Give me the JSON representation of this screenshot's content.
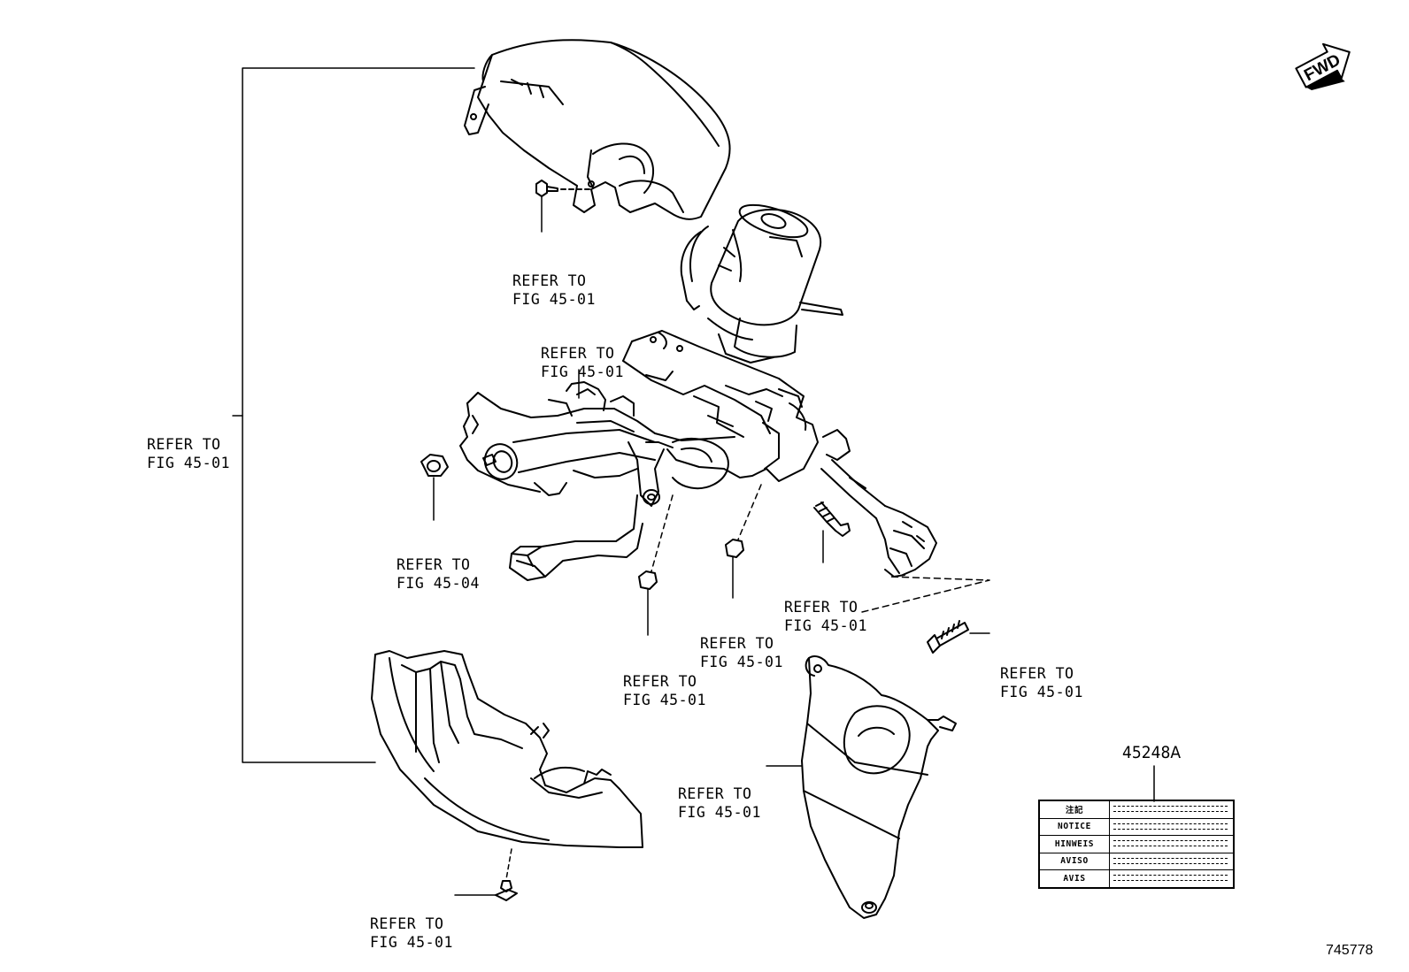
{
  "labels": [
    {
      "id": "upper-cover-screw",
      "lines": [
        "REFER TO",
        "FIG 45-01"
      ]
    },
    {
      "id": "column-connector",
      "lines": [
        "REFER TO",
        "FIG 45-01"
      ]
    },
    {
      "id": "cover-assembly",
      "lines": [
        "REFER TO",
        "FIG 45-01"
      ]
    },
    {
      "id": "nut",
      "lines": [
        "REFER TO",
        "FIG 45-04"
      ]
    },
    {
      "id": "bolt-right",
      "lines": [
        "REFER TO",
        "FIG 45-01"
      ]
    },
    {
      "id": "nut-center",
      "lines": [
        "REFER TO",
        "FIG 45-01"
      ]
    },
    {
      "id": "nut-lower",
      "lines": [
        "REFER TO",
        "FIG 45-01"
      ]
    },
    {
      "id": "bolt-far-right",
      "lines": [
        "REFER TO",
        "FIG 45-01"
      ]
    },
    {
      "id": "column-hole-cover",
      "lines": [
        "REFER TO",
        "FIG 45-01"
      ]
    },
    {
      "id": "lower-cover-screw",
      "lines": [
        "REFER TO",
        "FIG 45-01"
      ]
    }
  ],
  "part_number": "45248A",
  "notice_label": {
    "rows": [
      "注記",
      "NOTICE",
      "HINWEIS",
      "AVISO",
      "AVIS"
    ]
  },
  "fwd_label": "FWD",
  "figure_number": "745778"
}
